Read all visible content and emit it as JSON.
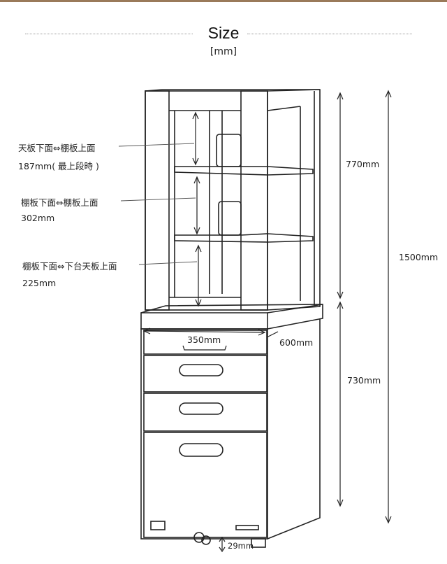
{
  "header": {
    "title": "Size",
    "unit": "[mm]"
  },
  "labels": {
    "top_gap_label": "天板下面⇔棚板上面",
    "top_gap_value": "187mm( 最上段時 )",
    "mid_gap_label": "棚板下面⇔棚板上面",
    "mid_gap_value": "302mm",
    "bottom_gap_label": "棚板下面⇔下台天板上面",
    "bottom_gap_value": "225mm"
  },
  "dimensions": {
    "shelf_height": "770mm",
    "total_height": "1500mm",
    "cabinet_height": "730mm",
    "depth": "600mm",
    "width": "350mm",
    "caster_clearance": "29mm"
  },
  "colors": {
    "line": "#222222",
    "accent_bar": "#9a7a5a"
  }
}
